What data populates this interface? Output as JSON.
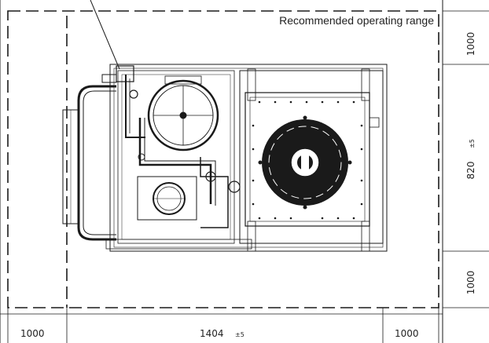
{
  "labels": {
    "range_caption": "Recommended operating range"
  },
  "dimensions": {
    "left_clearance": "1000",
    "width": "1404",
    "width_tolerance": "±5",
    "right_clearance": "1000",
    "top_clearance": "1000",
    "depth": "820",
    "depth_tolerance": "±5",
    "bottom_clearance": "1000"
  },
  "colors": {
    "line": "#1a1a1a",
    "light_line": "#666666",
    "background": "#ffffff"
  }
}
